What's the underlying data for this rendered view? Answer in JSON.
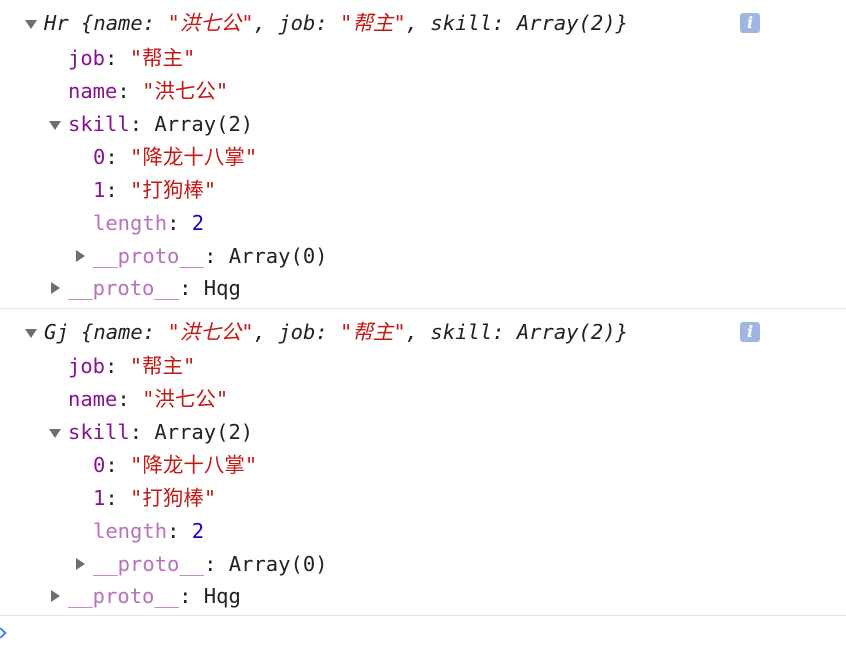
{
  "logs": [
    {
      "summary": {
        "class_name": "Hr",
        "preview": [
          {
            "key": "name",
            "value": "\"洪七公\""
          },
          {
            "key": "job",
            "value": "\"帮主\""
          },
          {
            "key": "skill",
            "value": "Array(2)"
          }
        ],
        "info_icon": "info-icon",
        "info_glyph": "i"
      },
      "job": {
        "key": "job",
        "value": "\"帮主\""
      },
      "name": {
        "key": "name",
        "value": "\"洪七公\""
      },
      "skill": {
        "key": "skill",
        "value": "Array(2)",
        "items": [
          {
            "key": "0",
            "value": "\"降龙十八掌\""
          },
          {
            "key": "1",
            "value": "\"打狗棒\""
          }
        ],
        "length": {
          "key": "length",
          "value": "2"
        },
        "proto": {
          "key": "__proto__",
          "value": "Array(0)"
        }
      },
      "proto": {
        "key": "__proto__",
        "value": "Hqg"
      }
    },
    {
      "summary": {
        "class_name": "Gj",
        "preview": [
          {
            "key": "name",
            "value": "\"洪七公\""
          },
          {
            "key": "job",
            "value": "\"帮主\""
          },
          {
            "key": "skill",
            "value": "Array(2)"
          }
        ],
        "info_icon": "info-icon",
        "info_glyph": "i"
      },
      "job": {
        "key": "job",
        "value": "\"帮主\""
      },
      "name": {
        "key": "name",
        "value": "\"洪七公\""
      },
      "skill": {
        "key": "skill",
        "value": "Array(2)",
        "items": [
          {
            "key": "0",
            "value": "\"降龙十八掌\""
          },
          {
            "key": "1",
            "value": "\"打狗棒\""
          }
        ],
        "length": {
          "key": "length",
          "value": "2"
        },
        "proto": {
          "key": "__proto__",
          "value": "Array(0)"
        }
      },
      "proto": {
        "key": "__proto__",
        "value": "Hqg"
      }
    }
  ],
  "punct": {
    "colon": ": ",
    "open_brace": " {",
    "close_brace": "}",
    "comma": ", "
  },
  "colors": {
    "key": "#881391",
    "key_dim": "#b871bd",
    "string": "#c41a16",
    "number": "#1c00cf",
    "text": "#222222",
    "info_icon_bg": "#9fb7e0",
    "prompt_caret": "#3e82f7"
  }
}
